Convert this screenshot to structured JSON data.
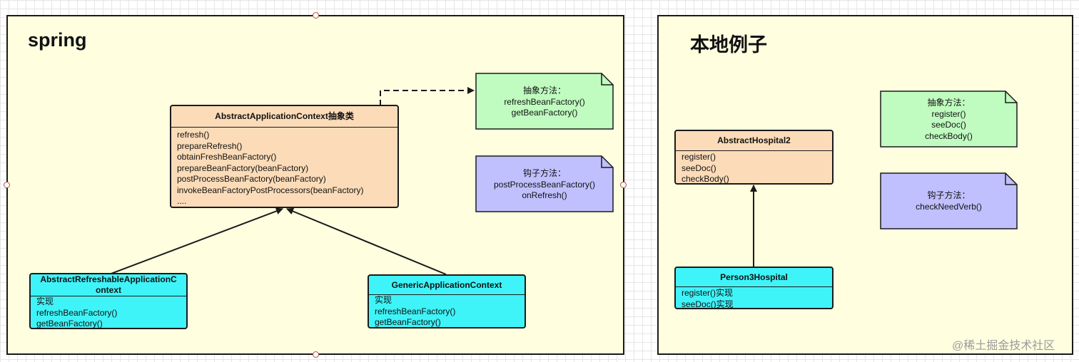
{
  "panels": {
    "spring": {
      "title": "spring"
    },
    "local": {
      "title": "本地例子"
    }
  },
  "spring": {
    "abstract_class": {
      "title": "AbstractApplicationContext抽象类",
      "methods": [
        "refresh()",
        "prepareRefresh()",
        "obtainFreshBeanFactory()",
        "prepareBeanFactory(beanFactory)",
        "postProcessBeanFactory(beanFactory)",
        "invokeBeanFactoryPostProcessors(beanFactory)",
        "...."
      ]
    },
    "refreshable": {
      "title_line1": "AbstractRefreshableApplicationC",
      "title_line2": "ontext",
      "items": [
        "实现",
        "refreshBeanFactory()",
        "getBeanFactory()"
      ]
    },
    "generic": {
      "title": "GenericApplicationContext",
      "items": [
        "实现",
        "refreshBeanFactory()",
        "getBeanFactory()"
      ]
    },
    "abstract_note": {
      "lines": [
        "抽象方法：",
        "refreshBeanFactory()",
        "getBeanFactory()"
      ]
    },
    "hook_note": {
      "lines": [
        "钩子方法：",
        "postProcessBeanFactory()",
        "onRefresh()"
      ]
    }
  },
  "local": {
    "abstract_class": {
      "title": "AbstractHospital2",
      "methods": [
        "register()",
        "seeDoc()",
        "checkBody()"
      ]
    },
    "concrete_class": {
      "title": "Person3Hospital",
      "items": [
        "register()实现",
        "seeDoc()实现"
      ]
    },
    "abstract_note": {
      "lines": [
        "抽象方法：",
        "register()",
        "seeDoc()",
        "checkBody()"
      ]
    },
    "hook_note": {
      "lines": [
        "钩子方法：",
        "checkNeedVerb()"
      ]
    }
  },
  "watermark": "@稀土掘金技术社区",
  "colors": {
    "panel_bg": "#ffffe0",
    "class_orange": "#fcdcb8",
    "class_cyan": "#3ff4f8",
    "note_green": "#c0fcc0",
    "note_purple": "#c0c0ff"
  }
}
